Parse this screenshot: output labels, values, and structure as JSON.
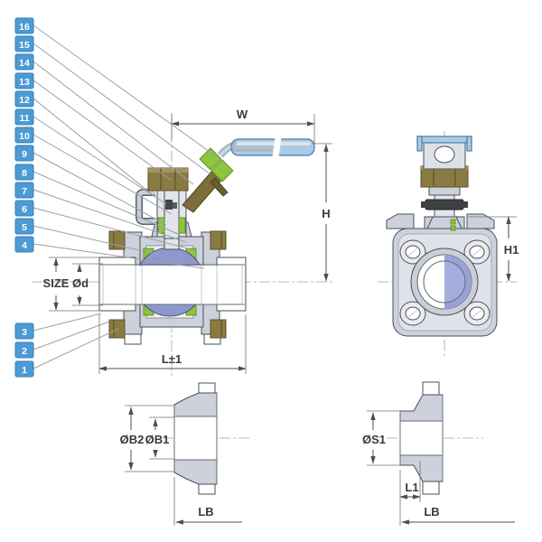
{
  "drawing": {
    "type": "technical-drawing",
    "subject": "3-piece ball valve sectional drawing with numbered part callouts, side view and end-connection detail views"
  },
  "colors": {
    "callout_bg": "#4d9bd5",
    "callout_text": "#ffffff",
    "leader_line": "#9aa0a6",
    "outline": "#4a4f57",
    "body_grey": "#ccd1db",
    "seat_green": "#8cc63f",
    "ball_blue": "#8e96d0",
    "bolt_olive": "#8a7b42",
    "handle_blue": "#a9cbe6",
    "dimension_text": "#3a3a3a"
  },
  "callouts": {
    "n1": "1",
    "n2": "2",
    "n3": "3",
    "n4": "4",
    "n5": "5",
    "n6": "6",
    "n7": "7",
    "n8": "8",
    "n9": "9",
    "n10": "10",
    "n11": "11",
    "n12": "12",
    "n13": "13",
    "n14": "14",
    "n15": "15",
    "n16": "16"
  },
  "dimensions": {
    "w": "W",
    "h": "H",
    "h1": "H1",
    "size": "SIZE",
    "bore": "Ød",
    "length": "L±1",
    "ob2": "ØB2",
    "ob1": "ØB1",
    "lb_left": "LB",
    "os1": "ØS1",
    "l1": "L1",
    "lb_right": "LB"
  }
}
